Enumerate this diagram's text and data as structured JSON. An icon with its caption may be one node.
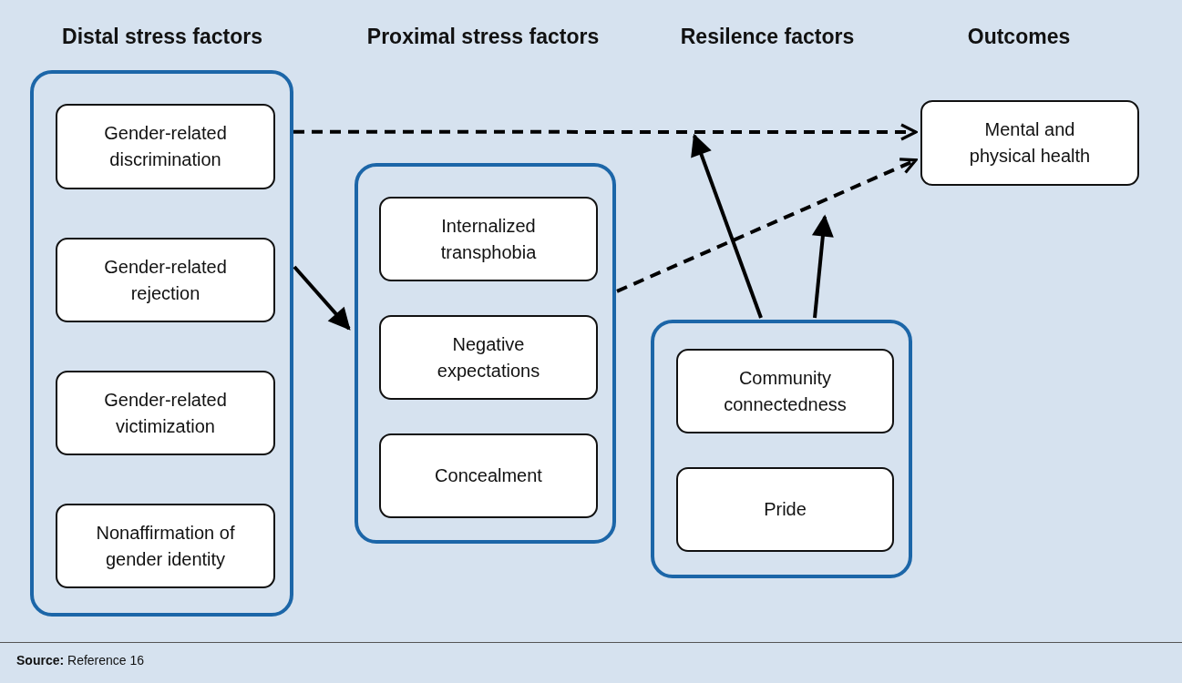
{
  "diagram": {
    "nodes": [
      {
        "text": [],
        "shape": "box"
      },
      {
        "text": [
          "Gender-related discrimination"
        ],
        "in": 0
      },
      {
        "text": [
          "Gender-related rejection"
        ],
        "in": 0
      },
      {
        "text": [
          "Gender-related victimization"
        ],
        "in": 0
      },
      {
        "text": [
          "Nonaffirmation of gender identity"
        ],
        "in": 0
      },
      {
        "text": [],
        "shape": "box"
      },
      {
        "text": [
          "Internalized transphobia"
        ],
        "in": 5
      },
      {
        "text": [
          "Negative expectations"
        ],
        "in": 5
      },
      {
        "text": [
          "Concealment"
        ],
        "in": 5
      },
      {
        "text": [],
        "shape": "box"
      },
      {
        "text": [
          "Community connectedness"
        ],
        "in": 9
      },
      {
        "text": [
          "Pride"
        ],
        "in": 9
      },
      {
        "text": [
          "Mental and physical health"
        ]
      }
    ],
    "edges": [
      {
        "from": 0,
        "to": 12,
        "arrow": "to",
        "style": "dashed"
      },
      {
        "from": 0,
        "to": 5,
        "arrow": "to"
      },
      {
        "from": 5,
        "to": 12,
        "arrow": "to",
        "style": "dashed"
      },
      {
        "from": 9,
        "to": null,
        "arrow": "to"
      },
      {
        "from": 9,
        "to": null,
        "arrow": "to"
      }
    ],
    "labels": [
      "Distal stress factors",
      "Proximal stress factors",
      "Resilence factors",
      "Outcomes",
      "**Source:** Reference 16"
    ]
  }
}
